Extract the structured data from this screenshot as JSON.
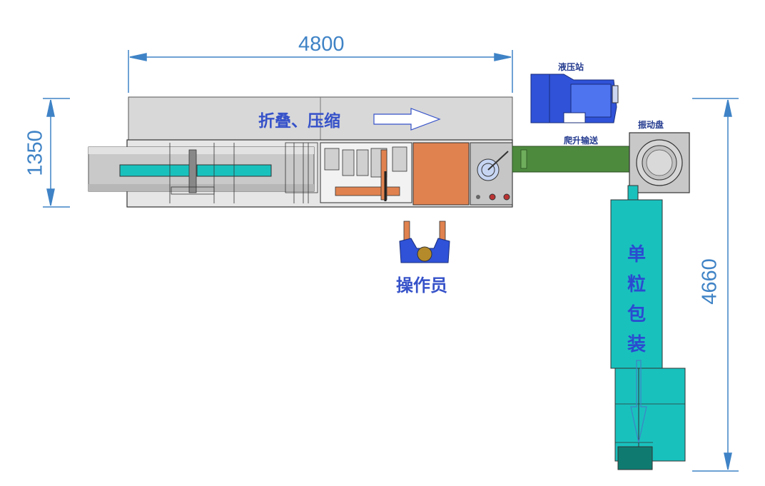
{
  "dimensions": {
    "length_top": "4800",
    "width_left": "1350",
    "length_right": "4660"
  },
  "labels": {
    "fold_compress": "折叠、压缩",
    "hydraulic_station": "液压站",
    "vibration_plate": "振动盘",
    "climb_conveyor": "爬升输送",
    "operator": "操作员",
    "single_pack": [
      "单",
      "粒",
      "包",
      "装"
    ]
  },
  "colors": {
    "dimension_line": "#3f83c6",
    "machine_gray": "#d8d8d8",
    "teal": "#19c1bd",
    "orange": "#e0824f",
    "green_conveyor": "#4d8a3e",
    "hydraulic_blue": "#2f52d8"
  }
}
